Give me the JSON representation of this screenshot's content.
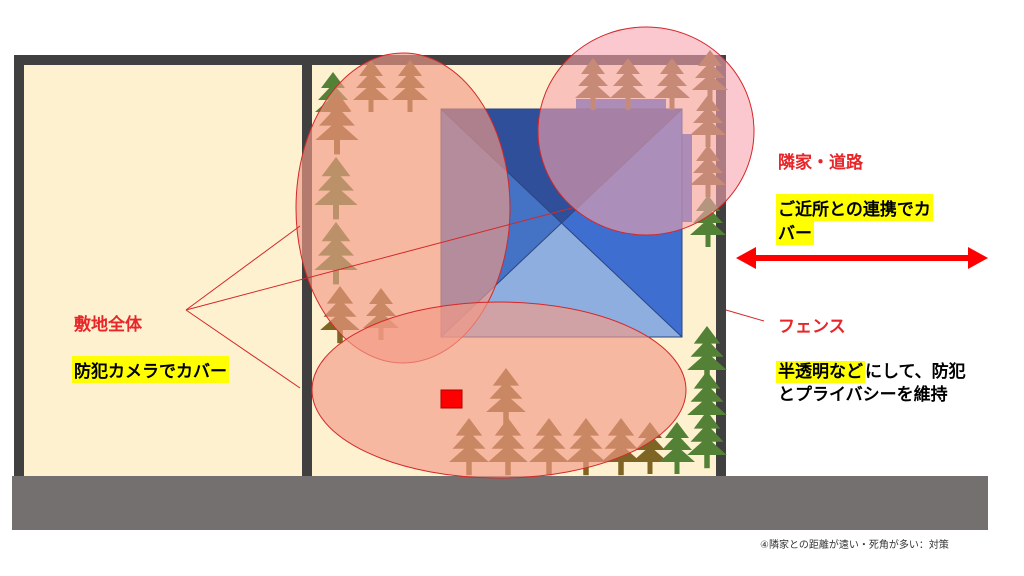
{
  "labels": {
    "site_whole": "敷地全体",
    "camera_cover": "防犯カメラでカバー",
    "neighbor_road": "隣家・道路",
    "neighbor_cover_line1": "ご近所との連携でカ",
    "neighbor_cover_line2": "バー",
    "fence": "フェンス",
    "fence_note_line1_highlight": "半透明など",
    "fence_note_line1_rest": "にして、防犯",
    "fence_note_line2": "とプライバシーを維持"
  },
  "caption": "④隣家との距離が遠い・死角が多い：対策",
  "colors": {
    "wall": "#404040",
    "yard": "#fdf1d0",
    "road": "#747070",
    "house_dark": "#2f4f9a",
    "house_mid": "#3e6ed0",
    "house_light": "#8faee0",
    "zone_fill": "#f29a85",
    "zone_pink": "#f6a3ad",
    "zone_stroke": "#d52828",
    "tree_brown": "#7f6524",
    "tree_green": "#538135",
    "arrow": "#ff0000",
    "camera": "#ff0000",
    "highlight": "#ffff00"
  }
}
